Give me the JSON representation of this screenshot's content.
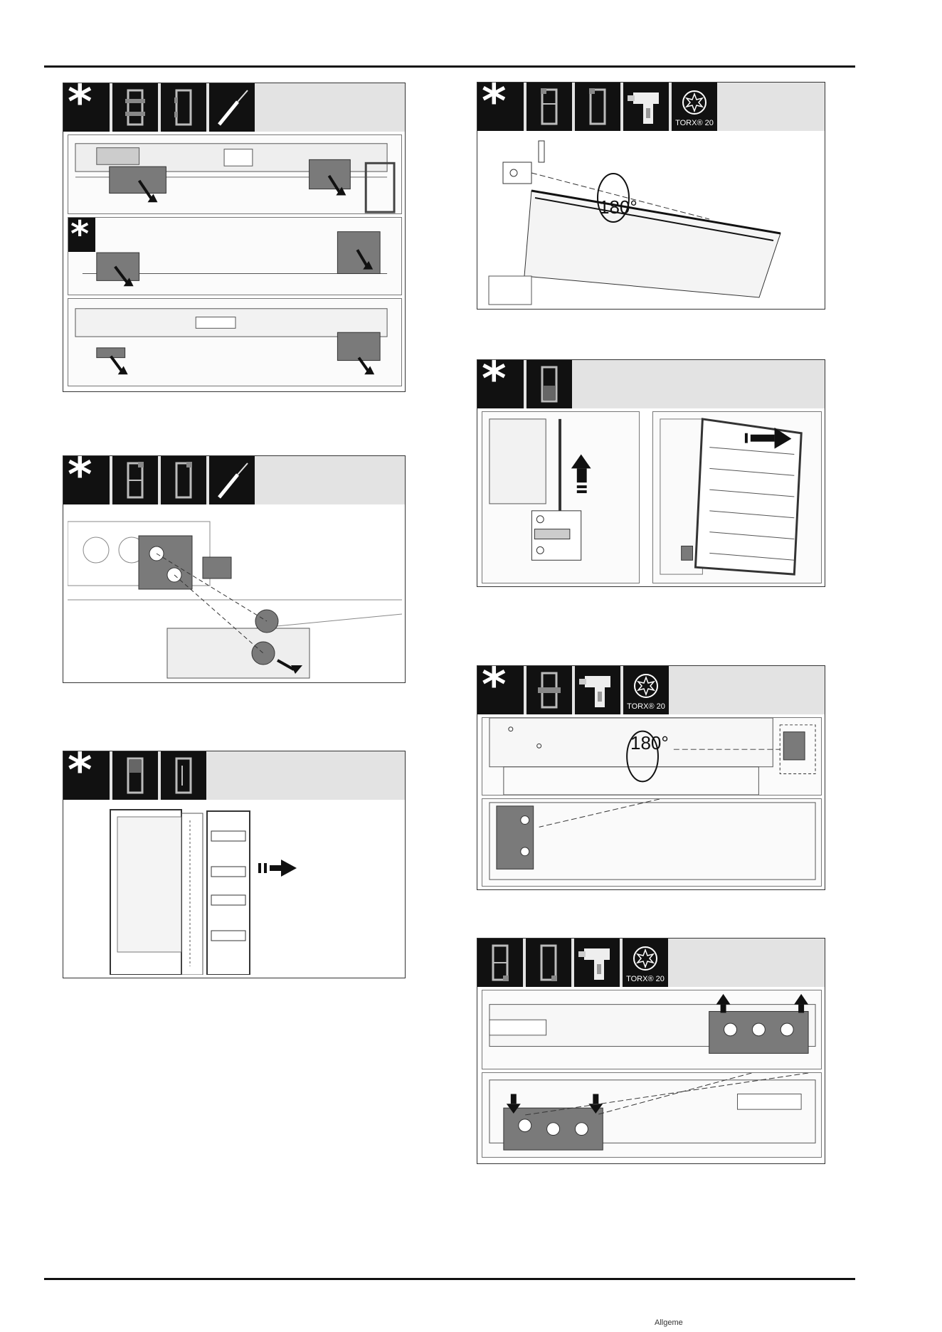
{
  "header_icons": {
    "torx_label": "TORX® 20",
    "star_symbol": "*"
  },
  "annotations": {
    "angle_1": "180°",
    "angle_2": "180°"
  },
  "footer": {
    "text": "Allgeme"
  },
  "colors": {
    "header_gray": "#e3e3e3",
    "icon_black": "#111111",
    "part_gray": "#7a7a7a"
  }
}
